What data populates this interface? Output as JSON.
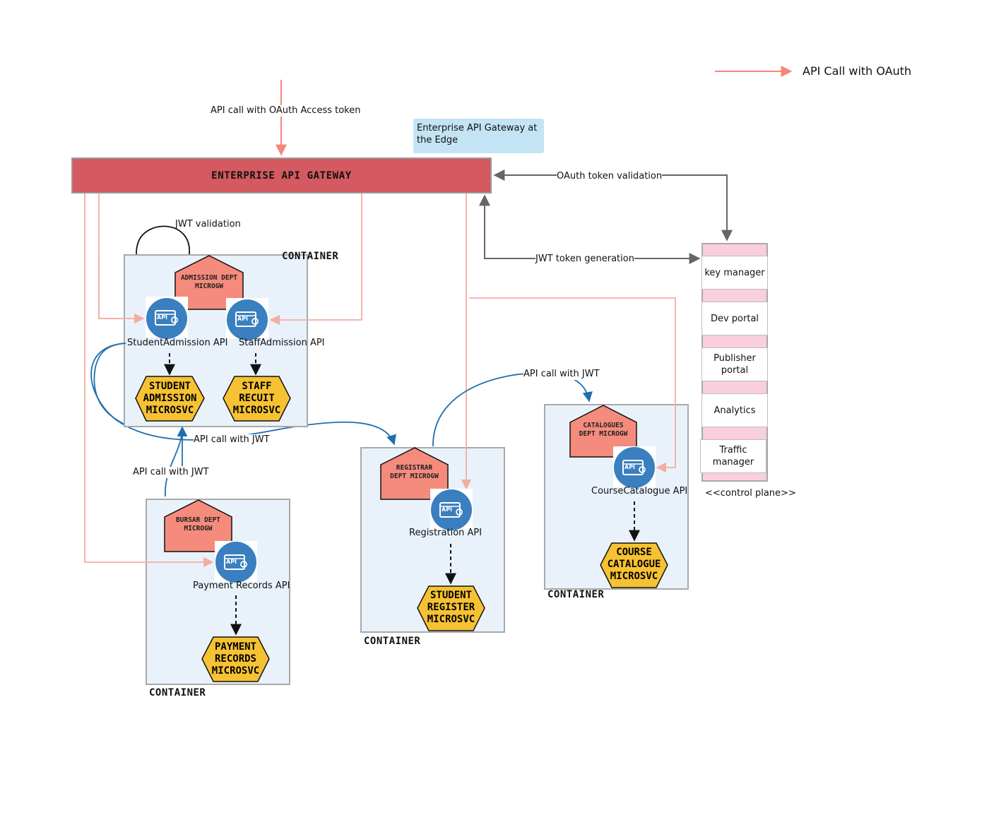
{
  "legend": {
    "label": "API Call with OAuth",
    "color": "#f4877a"
  },
  "gateway": {
    "label": "ENTERPRISE API GATEWAY"
  },
  "note": {
    "text": "Enterprise API Gateway at the Edge"
  },
  "edge_labels": {
    "incoming": "API call with OAuth Access token",
    "oauth_validation": "OAuth token validation",
    "jwt_generation": "JWT token generation",
    "jwt_validation": "JWT validation",
    "jwt_call_1": "API call with JWT",
    "jwt_call_2": "API call with JWT",
    "jwt_call_3": "API call with JWT"
  },
  "containers": {
    "admission": {
      "label": "CONTAINER",
      "gateway": "ADMISSION DEPT\nMICROGW",
      "apis": [
        "StudentAdmission API",
        "StaffAdmission API"
      ],
      "services": [
        "STUDENT\nADMISSION\nMICROSVC",
        "STAFF\nRECUIT\nMICROSVC"
      ]
    },
    "bursar": {
      "label": "CONTAINER",
      "gateway": "BURSAR DEPT\nMICROGW",
      "api": "Payment Records API",
      "service": "PAYMENT\nRECORDS\nMICROSVC"
    },
    "registrar": {
      "label": "CONTAINER",
      "gateway": "REGISTRAR\nDEPT MICROGW",
      "api": "Registration API",
      "service": "STUDENT\nREGISTER\nMICROSVC"
    },
    "catalogues": {
      "label": "CONTAINER",
      "gateway": "CATALOGUES\nDEPT MICROGW",
      "api": "CourseCatalogue API",
      "service": "COURSE\nCATALOGUE\nMICROSVC"
    }
  },
  "control_plane": {
    "items": [
      "key manager",
      "Dev portal",
      "Publisher portal",
      "Analytics",
      "Traffic manager"
    ],
    "label": "<<control plane>>"
  },
  "api_icon_text": "API",
  "colors": {
    "oauth_arrow": "#f4877a",
    "jwt_arrow": "#1f6fad",
    "control_arrow": "#666666",
    "gateway_fill": "#d45960",
    "microgw_fill": "#f58b7c",
    "microsvc_fill": "#f6c233",
    "api_icon": "#3a7fbf",
    "container_fill": "#e9f2fa",
    "note_fill": "#c3e4f4",
    "control_plane_fill": "#f9cfdc"
  }
}
